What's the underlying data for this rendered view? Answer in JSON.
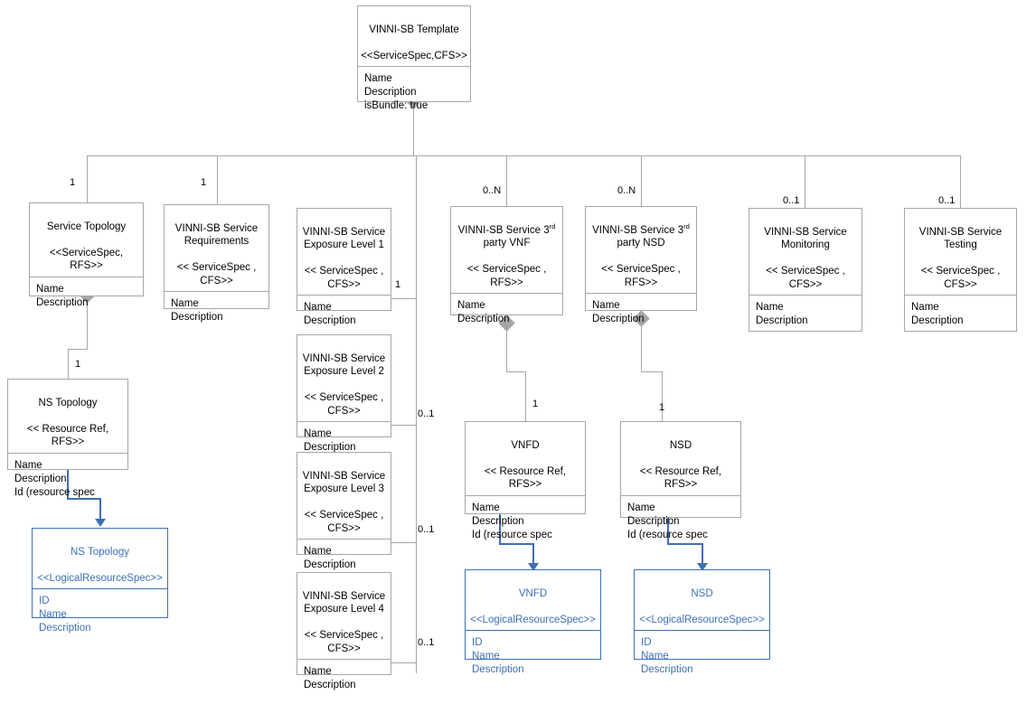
{
  "diagram": {
    "title": "VINNI-SB Template service specification decomposition",
    "colors": {
      "line": "#a6a6a6",
      "text": "#000000",
      "accent_blue": "#3e6fb5",
      "background": "#ffffff"
    }
  },
  "classes": {
    "root": {
      "name": "VINNI-SB Template",
      "stereotype": "<<ServiceSpec,CFS>>",
      "attributes": "Name\nDescription\nisBundle: true"
    },
    "service_topology": {
      "name": "Service Topology",
      "stereotype": "<<ServiceSpec,\nRFS>>",
      "attributes": "Name\nDescription"
    },
    "service_requirements": {
      "name": "VINNI-SB Service\nRequirements",
      "stereotype": "<< ServiceSpec ,\nCFS>>",
      "attributes": "Name\nDescription"
    },
    "exposure_l1": {
      "name": "VINNI-SB Service\nExposure Level 1",
      "stereotype": "<< ServiceSpec ,\nCFS>>",
      "attributes": "Name\nDescription"
    },
    "exposure_l2": {
      "name": "VINNI-SB Service\nExposure Level 2",
      "stereotype": "<< ServiceSpec ,\nCFS>>",
      "attributes": "Name\nDescription"
    },
    "exposure_l3": {
      "name": "VINNI-SB Service\nExposure Level 3",
      "stereotype": "<< ServiceSpec ,\nCFS>>",
      "attributes": "Name\nDescription"
    },
    "exposure_l4": {
      "name": "VINNI-SB Service\nExposure Level 4",
      "stereotype": "<< ServiceSpec ,\nCFS>>",
      "attributes": "Name\nDescription"
    },
    "third_party_vnf": {
      "name_pre": "VINNI-SB Service 3",
      "name_sup": "rd",
      "name_post": "\nparty VNF",
      "stereotype": "<< ServiceSpec ,\nRFS>>",
      "attributes": "Name\nDescription"
    },
    "third_party_nsd": {
      "name_pre": "VINNI-SB Service 3",
      "name_sup": "rd",
      "name_post": "\nparty NSD",
      "stereotype": "<< ServiceSpec ,\nRFS>>",
      "attributes": "Name\nDescription"
    },
    "service_monitoring": {
      "name": "VINNI-SB Service\nMonitoring",
      "stereotype": "<< ServiceSpec ,\nCFS>>",
      "attributes": "Name\nDescription"
    },
    "service_testing": {
      "name": "VINNI-SB Service\nTesting",
      "stereotype": "<< ServiceSpec ,\nCFS>>",
      "attributes": "Name\nDescription"
    },
    "ns_topology_ref": {
      "name": "NS Topology",
      "stereotype": "<< Resource Ref,\nRFS>>",
      "attributes": "Name\nDescription\nId (resource spec"
    },
    "vnfd_ref": {
      "name": "VNFD",
      "stereotype": "<< Resource Ref,\nRFS>>",
      "attributes": "Name\nDescription\nId (resource spec"
    },
    "nsd_ref": {
      "name": "NSD",
      "stereotype": "<< Resource Ref,\nRFS>>",
      "attributes": "Name\nDescription\nId (resource spec"
    },
    "ns_topology_lrs": {
      "name": "NS Topology",
      "stereotype": "<<LogicalResourceSpec>>",
      "attributes": "ID\nName\nDescription"
    },
    "vnfd_lrs": {
      "name": "VNFD",
      "stereotype": "<<LogicalResourceSpec>>",
      "attributes": "ID\nName\nDescription"
    },
    "nsd_lrs": {
      "name": "NSD",
      "stereotype": "<<LogicalResourceSpec>>",
      "attributes": "ID\nName\nDescription"
    }
  },
  "multiplicities": {
    "service_topology": "1",
    "service_requirements": "1",
    "third_party_vnf": "0..N",
    "third_party_nsd": "0..N",
    "service_monitoring": "0..1",
    "service_testing": "0..1",
    "exposure_l1": "1",
    "exposure_l2": "0..1",
    "exposure_l3": "0..1",
    "exposure_l4": "0..1",
    "ns_topology_ref": "1",
    "vnfd_ref": "1",
    "nsd_ref": "1"
  }
}
